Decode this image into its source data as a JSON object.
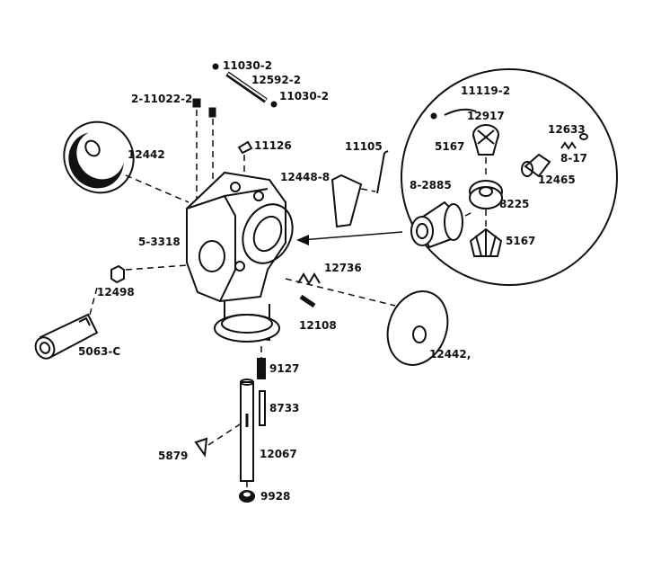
{
  "labels": {
    "p11030_2_top": "11030-2",
    "p12592_2": "12592-2",
    "p11030_2_bot": "11030-2",
    "p2_11022_2": "2-11022-2",
    "p12442_left": "12442",
    "p11126": "11126",
    "p11105": "11105",
    "p12448_8": "12448-8",
    "p5_3318": "5-3318",
    "p12736": "12736",
    "p12498": "12498",
    "p12108": "12108",
    "p5063_c": "5063-C",
    "p12442_right": "12442,",
    "p9127": "9127",
    "p8733": "8733",
    "p5879": "5879",
    "p12067": "12067",
    "p9928": "9928",
    "p11119_2": "11119-2",
    "p12917": "12917",
    "p12633": "12633",
    "p5167_top": "5167",
    "p8_17": "8-17",
    "p12465": "12465",
    "p8_2885": "8-2885",
    "p8225": "8225",
    "p5167_bot": "5167"
  }
}
